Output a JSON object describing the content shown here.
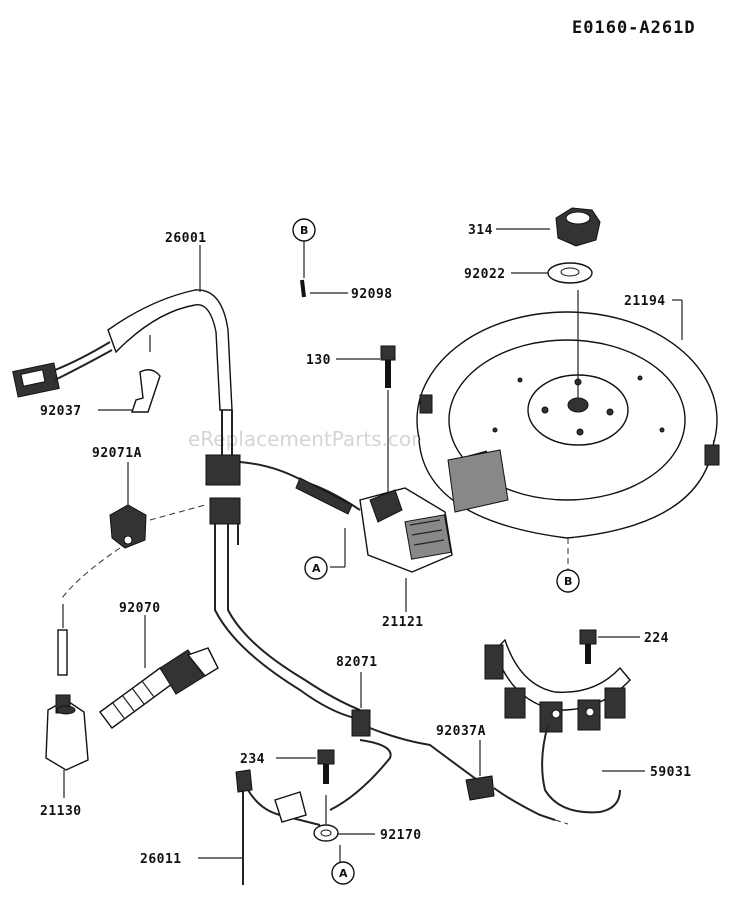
{
  "header": {
    "diagram_code": "E0160-A261D"
  },
  "watermark": "eReplacementParts.com",
  "parts": {
    "p26001": "26001",
    "p92037": "92037",
    "p92071A": "92071A",
    "p92070": "92070",
    "p21130": "21130",
    "p26011": "26011",
    "p92098": "92098",
    "p130": "130",
    "p21121": "21121",
    "p82071": "82071",
    "p234": "234",
    "p92170": "92170",
    "p314": "314",
    "p92022": "92022",
    "p21194": "21194",
    "p224": "224",
    "p92037A": "92037A",
    "p59031": "59031"
  },
  "callouts": {
    "a": "A",
    "b": "B"
  }
}
